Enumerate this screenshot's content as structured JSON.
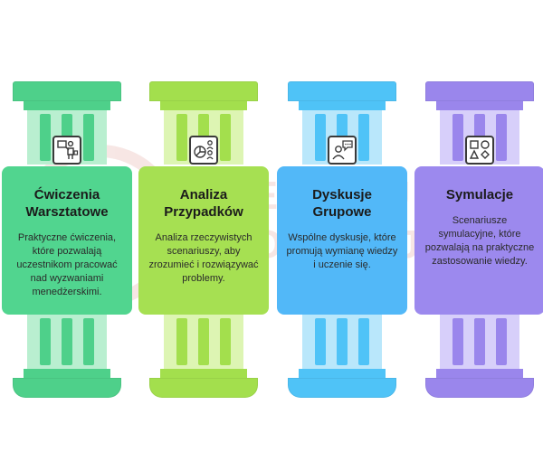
{
  "watermark": {
    "line1": "CENTRUM",
    "line2": "ROZWOJU"
  },
  "colors": {
    "green": "#51d58f",
    "lime": "#a6e052",
    "blue": "#52b8f8",
    "purple": "#9c89ee"
  },
  "pillars": [
    {
      "title": "Ćwiczenia Warsztatowe",
      "description": "Praktyczne ćwiczenia, które pozwalają uczestnikom pracować nad wyzwaniami menedżerskimi.",
      "icon": "workshop-presentation-icon"
    },
    {
      "title": "Analiza Przypadków",
      "description": "Analiza rzeczywistych scenariuszy, aby zrozumieć i rozwiązywać problemy.",
      "icon": "case-analysis-chart-icon"
    },
    {
      "title": "Dyskusje Grupowe",
      "description": "Wspólne dyskusje, które promują wymianę wiedzy i uczenie się.",
      "icon": "group-discussion-icon"
    },
    {
      "title": "Symulacje",
      "description": "Scenariusze symulacyjne, które pozwalają na praktyczne zastosowanie wiedzy.",
      "icon": "simulation-shapes-icon"
    }
  ]
}
